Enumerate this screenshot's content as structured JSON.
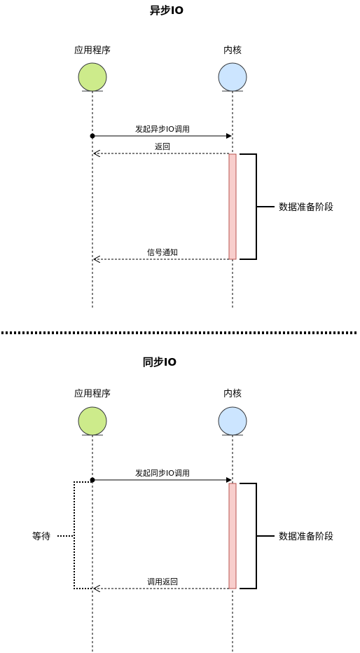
{
  "async": {
    "title": "异步IO",
    "app_label": "应用程序",
    "kernel_label": "内核",
    "call_msg": "发起异步IO调用",
    "return_msg": "返回",
    "notify_msg": "信号通知",
    "phase_label": "数据准备阶段"
  },
  "sync": {
    "title": "同步IO",
    "app_label": "应用程序",
    "kernel_label": "内核",
    "call_msg": "发起同步IO调用",
    "return_msg": "调用返回",
    "wait_label": "等待",
    "phase_label": "数据准备阶段"
  },
  "colors": {
    "app_actor": "#cdeb8b",
    "kernel_actor": "#cce5ff",
    "activation_bar": "#f8cecc",
    "activation_border": "#b85450"
  }
}
